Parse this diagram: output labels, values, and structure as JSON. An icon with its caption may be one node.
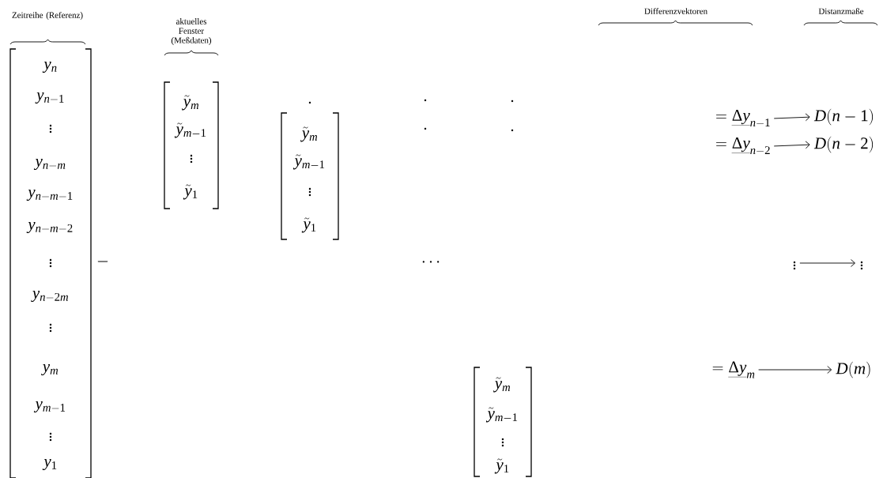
{
  "diagram": {
    "nodes": [
      {
        "text": [
          "y_{n}",
          "y_{n-1}",
          "\\vdots",
          "y_{n-m}",
          "y_{n-m-1}",
          "y_{n-m-2}",
          "\\vdots",
          "y_{n-2m}",
          "\\vdots",
          "y_{m}",
          "y_{m-1}",
          "\\vdots",
          "y_{1}"
        ]
      },
      {
        "text": [
          "\\tilde{y}_{m}",
          "\\tilde{y}_{m-1}",
          "\\vdots",
          "\\tilde{y}_{1}"
        ]
      },
      {
        "text": [
          "\\tilde{y}_{m}",
          "\\tilde{y}_{m-1}",
          "\\vdots",
          "\\tilde{y}_{1}"
        ]
      },
      {
        "text": [
          "\\tilde{y}_{m}",
          "\\tilde{y}_{m-1}",
          "\\vdots",
          "\\tilde{y}_{1}"
        ]
      },
      {
        "text": [
          "=\\underline{\\Delta y}_{n-1}"
        ]
      },
      {
        "text": [
          "D(n-1)"
        ]
      },
      {
        "text": [
          "=\\underline{\\Delta y}_{n-2}"
        ]
      },
      {
        "text": [
          "D(n-2)"
        ]
      },
      {
        "text": [
          "\\vdots"
        ]
      },
      {
        "text": [
          "\\vdots"
        ]
      },
      {
        "text": [
          "=\\underline{\\Delta y}_{m}"
        ]
      },
      {
        "text": [
          "D(m)"
        ]
      }
    ],
    "edges": [
      {
        "from": 4,
        "to": 5,
        "arrow": "to"
      },
      {
        "from": 6,
        "to": 7,
        "arrow": "to"
      },
      {
        "from": 8,
        "to": 9,
        "arrow": "to"
      },
      {
        "from": 10,
        "to": 11,
        "arrow": "to"
      }
    ],
    "labels": [
      "Zeitreihe (Referenz)",
      "aktuelles Fenster (Meßdaten)",
      "Differenzvektoren",
      "Distanzmaße",
      "-",
      "\\cdots"
    ]
  }
}
